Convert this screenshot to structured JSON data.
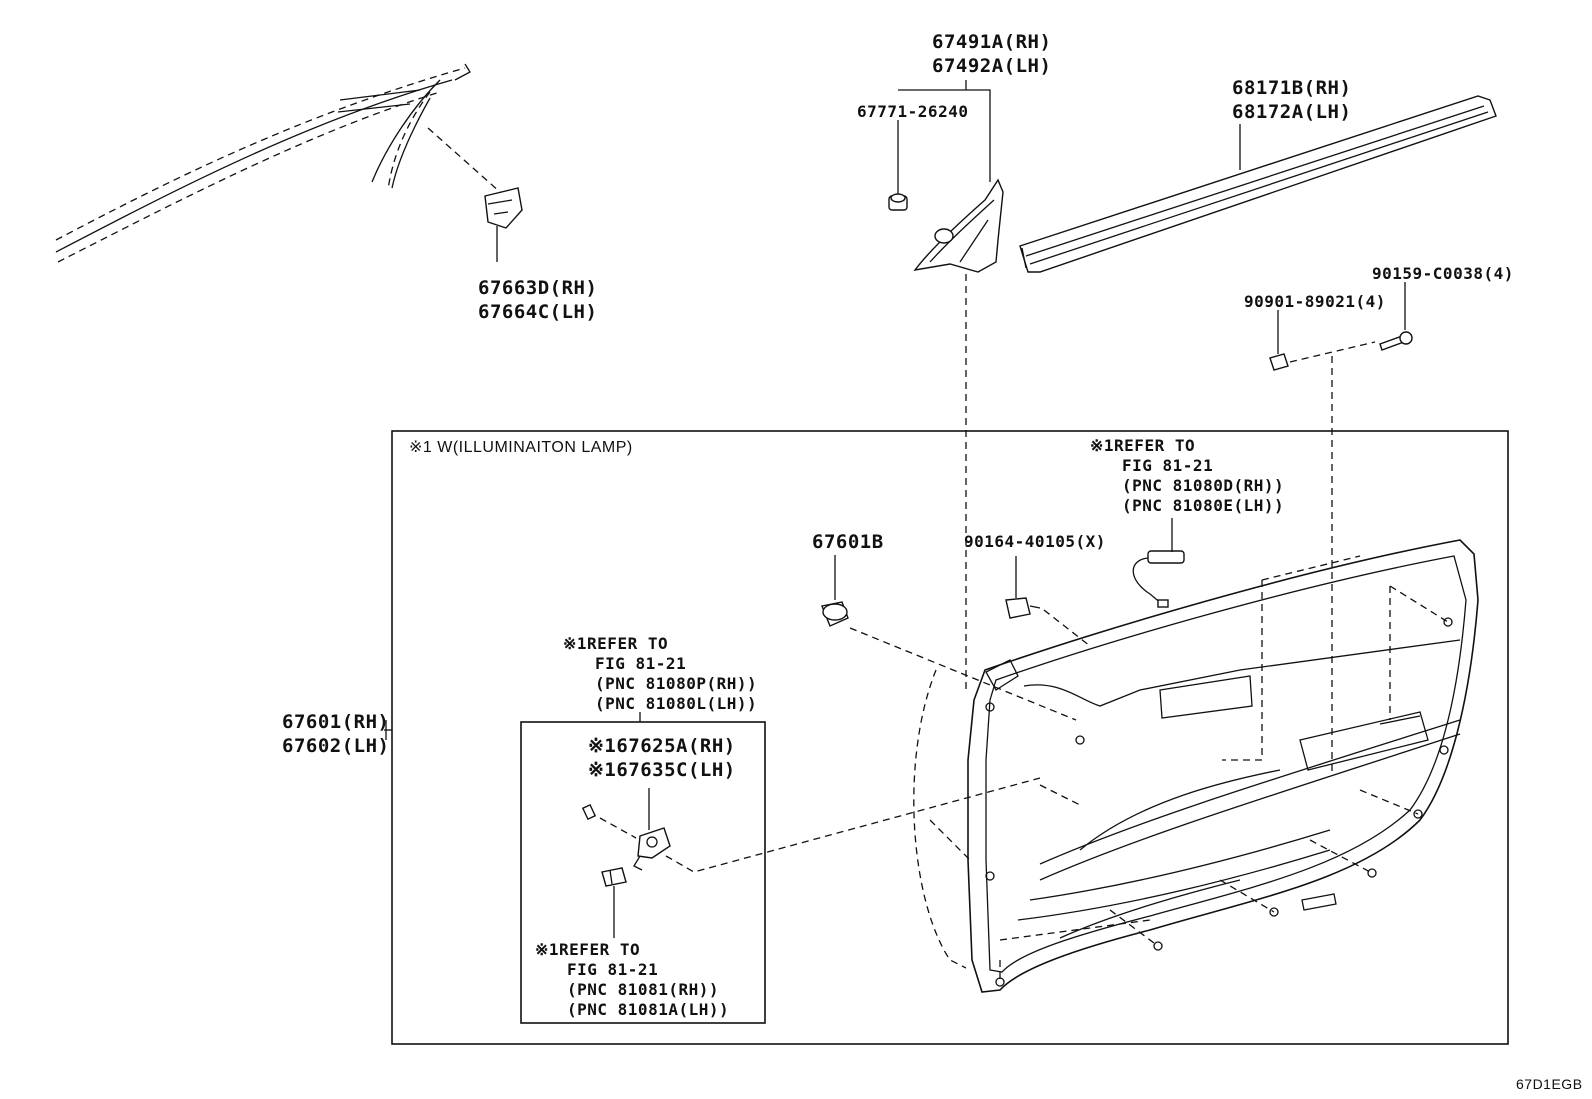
{
  "diagram": {
    "figure_code": "67D1EGB",
    "boundary_note": "※1 W(ILLUMINAITON LAMP)",
    "parts": {
      "weatherstrip_cover": {
        "pnc": [
          "67663D(RH)",
          "67664C(LH)"
        ]
      },
      "mirror_cover": {
        "pnc": [
          "67491A(RH)",
          "67492A(LH)"
        ]
      },
      "mirror_clip": {
        "pnc": "67771-26240"
      },
      "belt_moulding": {
        "pnc": [
          "68171B(RH)",
          "68172A(LH)"
        ]
      },
      "screw_a": {
        "pnc": "90159-C0038(4)"
      },
      "nut_b": {
        "pnc": "90901-89021(4)"
      },
      "clip_67601b": {
        "pnc": "67601B"
      },
      "clip_90164": {
        "pnc": "90164-40105(X)"
      },
      "door_trim_board": {
        "pnc": [
          "67601(RH)",
          "67602(LH)"
        ]
      },
      "lamp_ref_top": {
        "lines": [
          "※1REFER TO",
          "FIG 81-21",
          "(PNC 81080D(RH))",
          "(PNC 81080E(LH))"
        ]
      },
      "lamp_ref_left": {
        "lines": [
          "※1REFER TO",
          "FIG 81-21",
          "(PNC 81080P(RH))",
          "(PNC 81080L(LH))"
        ]
      },
      "lamp_socket": {
        "pnc": [
          "※167625A(RH)",
          "※167635C(LH)"
        ]
      },
      "bulb_ref": {
        "lines": [
          "※1REFER TO",
          "FIG 81-21",
          "(PNC 81081(RH))",
          "(PNC 81081A(LH))"
        ]
      }
    }
  }
}
